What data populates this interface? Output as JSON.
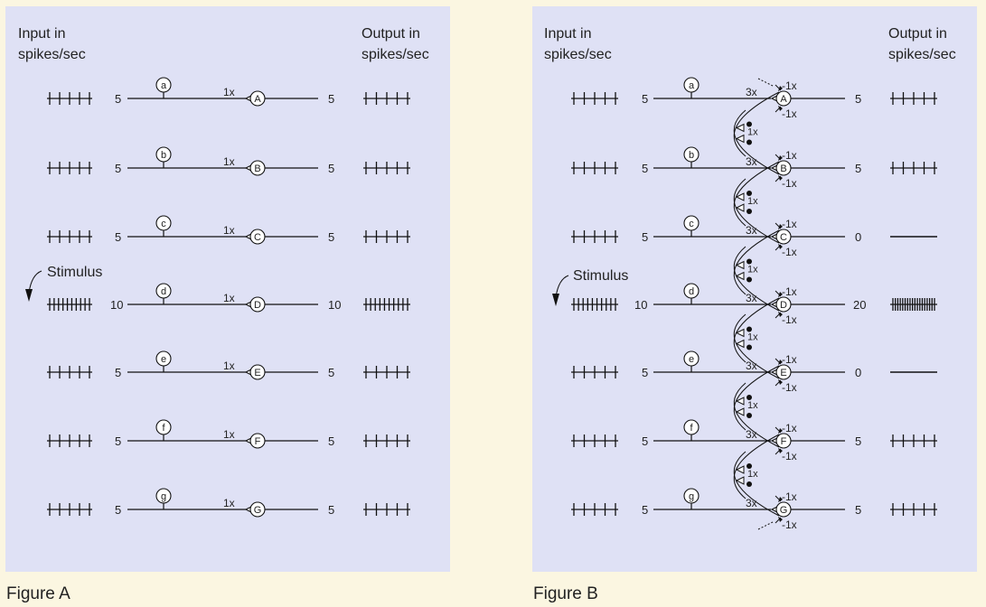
{
  "figure_a": {
    "caption": "Figure A",
    "input_header": [
      "Input in",
      "spikes/sec"
    ],
    "output_header": [
      "Output in",
      "spikes/sec"
    ],
    "stimulus_label": "Stimulus",
    "rows": [
      {
        "input_cell": "a",
        "output_cell": "A",
        "input_rate": "5",
        "weight": "1x",
        "output_rate": "5",
        "stimulated": false
      },
      {
        "input_cell": "b",
        "output_cell": "B",
        "input_rate": "5",
        "weight": "1x",
        "output_rate": "5",
        "stimulated": false
      },
      {
        "input_cell": "c",
        "output_cell": "C",
        "input_rate": "5",
        "weight": "1x",
        "output_rate": "5",
        "stimulated": false
      },
      {
        "input_cell": "d",
        "output_cell": "D",
        "input_rate": "10",
        "weight": "1x",
        "output_rate": "10",
        "stimulated": true
      },
      {
        "input_cell": "e",
        "output_cell": "E",
        "input_rate": "5",
        "weight": "1x",
        "output_rate": "5",
        "stimulated": false
      },
      {
        "input_cell": "f",
        "output_cell": "F",
        "input_rate": "5",
        "weight": "1x",
        "output_rate": "5",
        "stimulated": false
      },
      {
        "input_cell": "g",
        "output_cell": "G",
        "input_rate": "5",
        "weight": "1x",
        "output_rate": "5",
        "stimulated": false
      }
    ]
  },
  "figure_b": {
    "caption": "Figure B",
    "input_header": [
      "Input in",
      "spikes/sec"
    ],
    "output_header": [
      "Output in",
      "spikes/sec"
    ],
    "stimulus_label": "Stimulus",
    "excitatory_weight": "3x",
    "inhibitory_weight": "-1x",
    "collateral_weight": "1x",
    "rows": [
      {
        "input_cell": "a",
        "output_cell": "A",
        "input_rate": "5",
        "output_rate": "5",
        "output_pattern": "ticks",
        "stimulated": false
      },
      {
        "input_cell": "b",
        "output_cell": "B",
        "input_rate": "5",
        "output_rate": "5",
        "output_pattern": "ticks",
        "stimulated": false
      },
      {
        "input_cell": "c",
        "output_cell": "C",
        "input_rate": "5",
        "output_rate": "0",
        "output_pattern": "none",
        "stimulated": false
      },
      {
        "input_cell": "d",
        "output_cell": "D",
        "input_rate": "10",
        "output_rate": "20",
        "output_pattern": "dense",
        "stimulated": true
      },
      {
        "input_cell": "e",
        "output_cell": "E",
        "input_rate": "5",
        "output_rate": "0",
        "output_pattern": "none",
        "stimulated": false
      },
      {
        "input_cell": "f",
        "output_cell": "F",
        "input_rate": "5",
        "output_rate": "5",
        "output_pattern": "ticks",
        "stimulated": false
      },
      {
        "input_cell": "g",
        "output_cell": "G",
        "input_rate": "5",
        "output_rate": "5",
        "output_pattern": "ticks",
        "stimulated": false
      }
    ]
  }
}
